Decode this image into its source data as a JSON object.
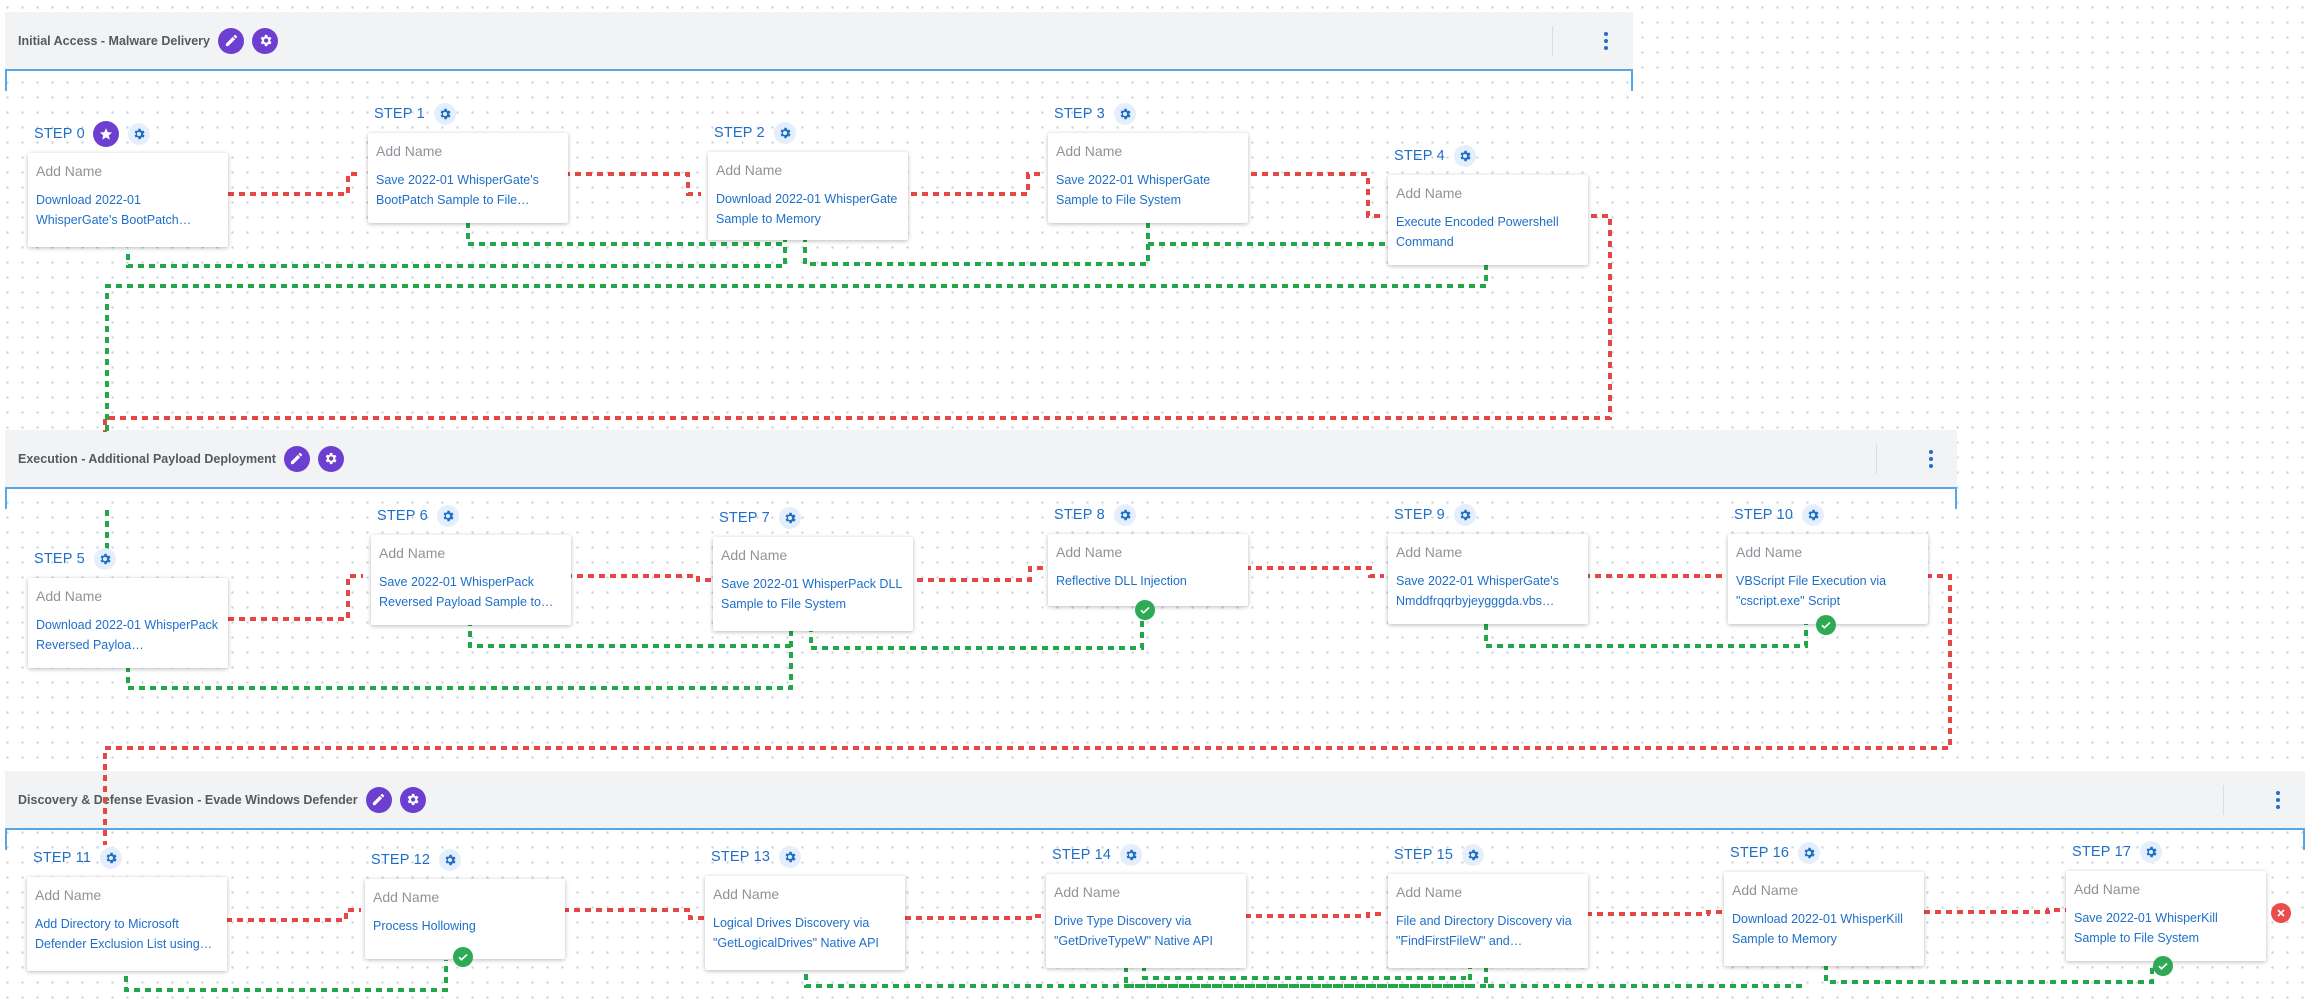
{
  "card_placeholder": "Add Name",
  "colors": {
    "accent": "#6c3fd1",
    "link": "#1f6fc9",
    "success_path": "#22a84a",
    "failure_path": "#e84545",
    "lane_border": "#56a6e8"
  },
  "icons": {
    "edit": "pencil-icon",
    "lane_settings": "gear-plus-icon",
    "step_settings": "gear-icon",
    "first_step": "star-icon",
    "menu": "kebab-menu-icon",
    "success": "checkmark-icon",
    "failure": "close-icon"
  },
  "lanes": [
    {
      "title": "Initial Access - Malware Delivery"
    },
    {
      "title": "Execution - Additional Payload Deployment"
    },
    {
      "title": "Discovery & Defense Evasion - Evade Windows Defender"
    }
  ],
  "steps": [
    {
      "label": "STEP 0",
      "description": "Download 2022-01 WhisperGate's BootPatch…"
    },
    {
      "label": "STEP 1",
      "description": "Save 2022-01 WhisperGate's BootPatch Sample to File…"
    },
    {
      "label": "STEP 2",
      "description": "Download 2022-01 WhisperGate Sample to Memory"
    },
    {
      "label": "STEP 3",
      "description": "Save 2022-01 WhisperGate Sample to File System"
    },
    {
      "label": "STEP 4",
      "description": "Execute Encoded Powershell Command"
    },
    {
      "label": "STEP 5",
      "description": "Download 2022-01 WhisperPack Reversed Payloa…"
    },
    {
      "label": "STEP 6",
      "description": "Save 2022-01 WhisperPack Reversed Payload Sample to…"
    },
    {
      "label": "STEP 7",
      "description": "Save 2022-01 WhisperPack DLL Sample to File System"
    },
    {
      "label": "STEP 8",
      "description": "Reflective DLL Injection"
    },
    {
      "label": "STEP 9",
      "description": "Save 2022-01 WhisperGate's Nmddfrqqrbyjeygggda.vbs…"
    },
    {
      "label": "STEP 10",
      "description": "VBScript File Execution via \"cscript.exe\" Script"
    },
    {
      "label": "STEP 11",
      "description": "Add Directory to Microsoft Defender Exclusion List using…"
    },
    {
      "label": "STEP 12",
      "description": "Process Hollowing"
    },
    {
      "label": "STEP 13",
      "description": "Logical Drives Discovery via \"GetLogicalDrives\" Native API"
    },
    {
      "label": "STEP 14",
      "description": "Drive Type Discovery via \"GetDriveTypeW\" Native API"
    },
    {
      "label": "STEP 15",
      "description": "File and Directory Discovery via \"FindFirstFileW\" and…"
    },
    {
      "label": "STEP 16",
      "description": "Download 2022-01 WhisperKill Sample to Memory"
    },
    {
      "label": "STEP 17",
      "description": "Save 2022-01 WhisperKill Sample to File System"
    }
  ]
}
